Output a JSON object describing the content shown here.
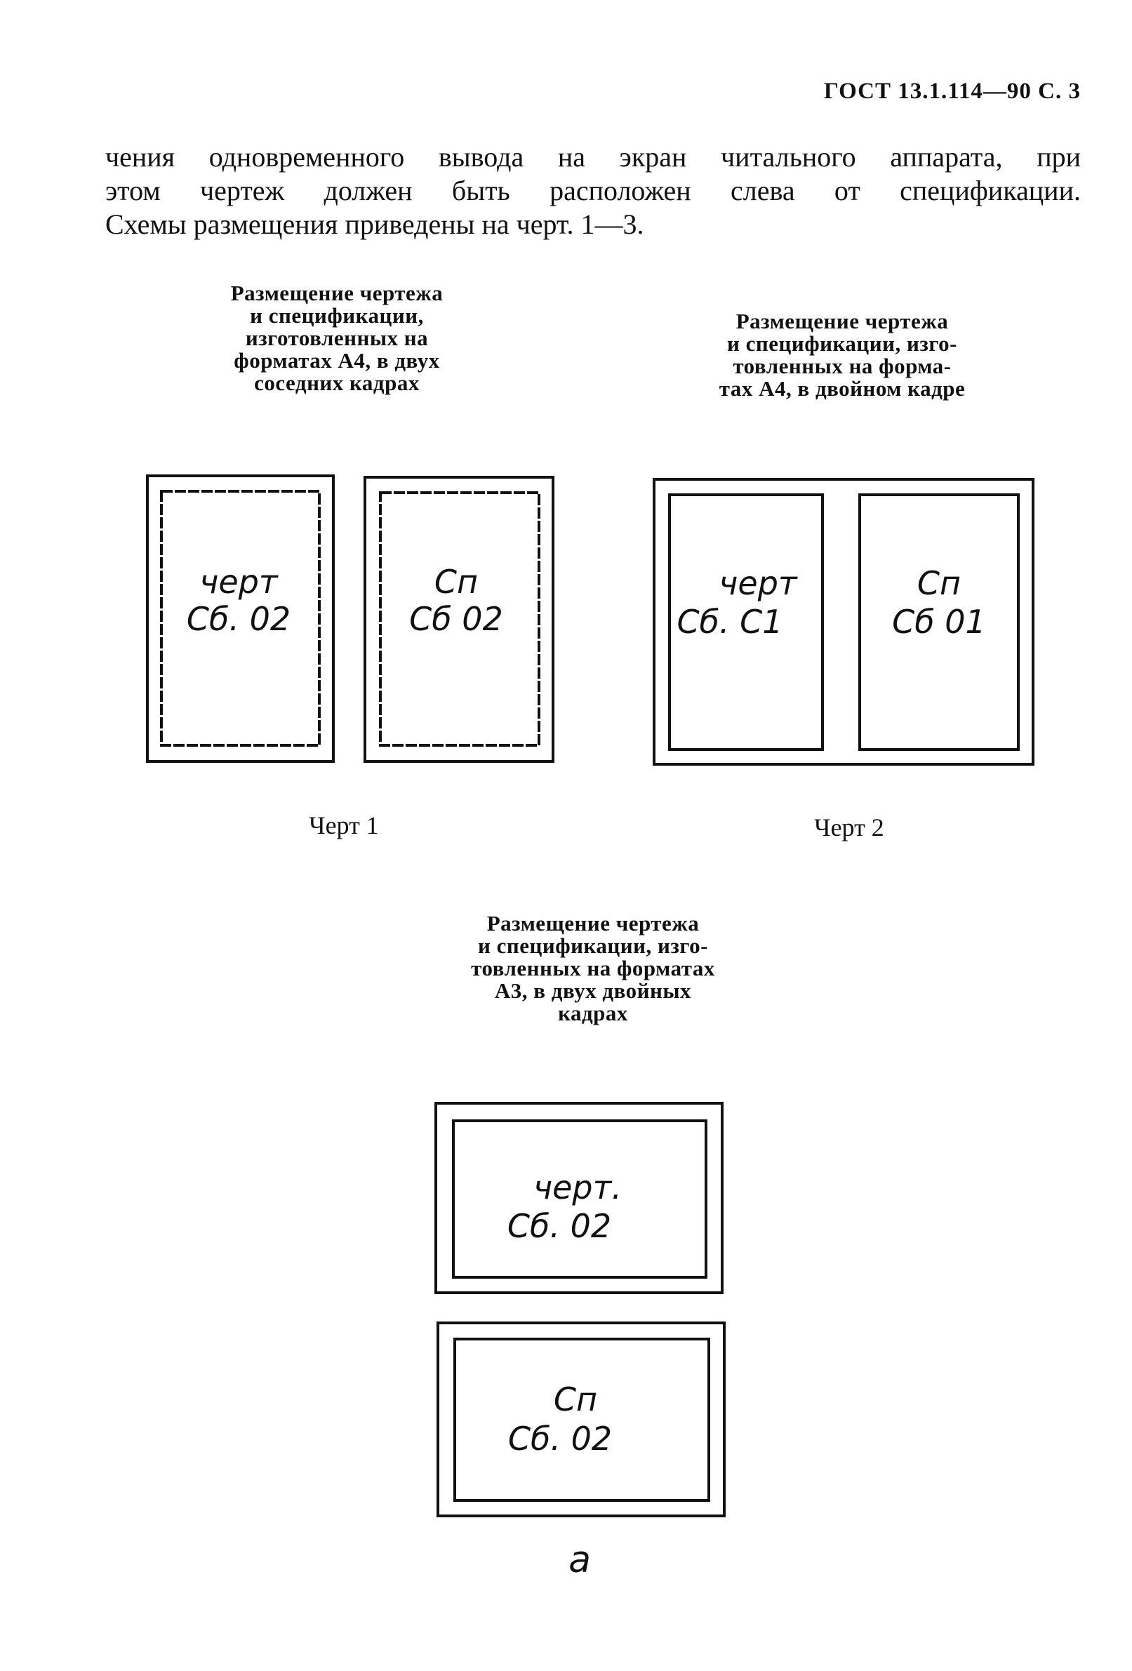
{
  "header": {
    "title": "ГОСТ 13.1.114—90 С. 3"
  },
  "paragraph": {
    "lines": [
      "чения одновременного вывода на экран читального аппарата, при",
      "этом чертеж должен быть расположен слева от спецификации.",
      "Схемы размещения приведены на черт. 1—3."
    ]
  },
  "figures": {
    "fig1": {
      "caption_lines": [
        "Размещение чертежа",
        "и спецификации,",
        "изготовленных на",
        "форматах А4, в двух",
        "соседних кадрах"
      ],
      "label": "Черт 1",
      "left_frame": {
        "line1": "черт",
        "line2": "Сб. 02"
      },
      "right_frame": {
        "line1": "Сп",
        "line2": "Сб 02"
      }
    },
    "fig2": {
      "caption_lines": [
        "Размещение чертежа",
        "и спецификации, изго-",
        "товленных на форма-",
        "тах А4, в двойном кадре"
      ],
      "label": "Черт 2",
      "left_frame": {
        "line1": "черт",
        "line2": "Сб. С1"
      },
      "right_frame": {
        "line1": "Сп",
        "line2": "Сб 01"
      }
    },
    "fig3": {
      "caption_lines": [
        "Размещение чертежа",
        "и спецификации, изго-",
        "товленных на форматах",
        "А3, в двух двойных",
        "кадрах"
      ],
      "top_frame": {
        "line1": "черт.",
        "line2": "Сб. 02"
      },
      "bottom_frame": {
        "line1": "Сп",
        "line2": "Сб. 02"
      },
      "sublabel": "а"
    }
  }
}
